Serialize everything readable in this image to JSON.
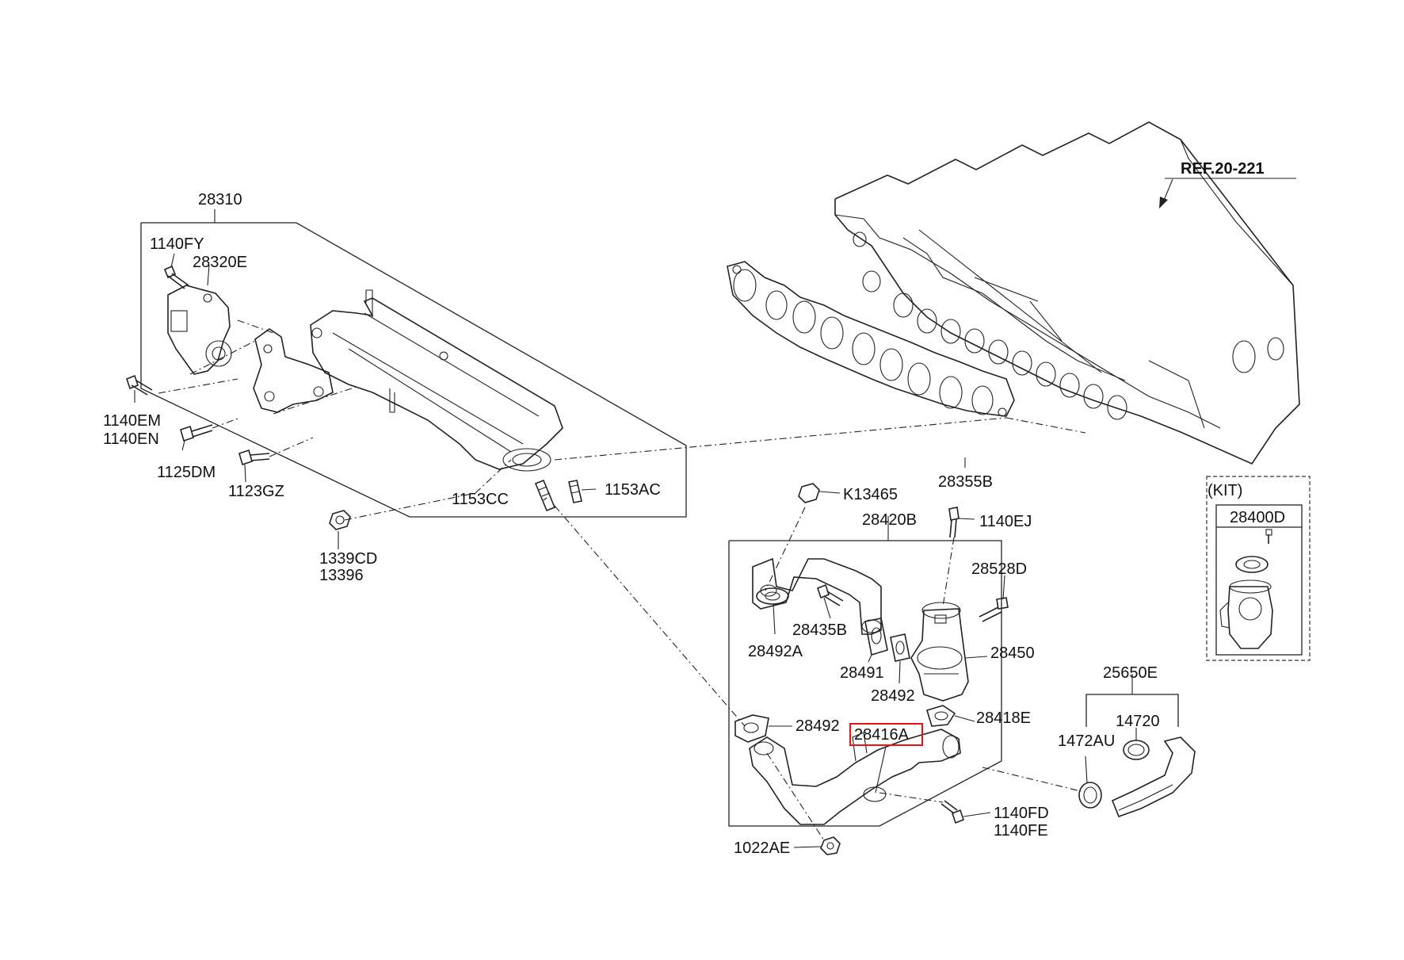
{
  "callouts": {
    "c28310": "28310",
    "c1140FY": "1140FY",
    "c28320E": "28320E",
    "c1140EM": "1140EM",
    "c1140EN": "1140EN",
    "c1125DM": "1125DM",
    "c1123GZ": "1123GZ",
    "c1339CD": "1339CD",
    "c13396": "13396",
    "c1153CC": "1153CC",
    "c1153AC": "1153AC",
    "ref": "REF.20-221",
    "c28355B": "28355B",
    "cK13465": "K13465",
    "c28420B": "28420B",
    "c1140EJ": "1140EJ",
    "c28528D": "28528D",
    "c28435B": "28435B",
    "c28492A": "28492A",
    "c28491": "28491",
    "c28450": "28450",
    "c28492_upper": "28492",
    "c28492_lower": "28492",
    "c28418E": "28418E",
    "c28416A": "28416A",
    "c1140FD": "1140FD",
    "c1140FE": "1140FE",
    "c1022AE": "1022AE",
    "c25650E": "25650E",
    "c14720": "14720",
    "c1472AU": "1472AU",
    "kit": "(KIT)",
    "c28400D": "28400D"
  },
  "highlight": {
    "selected_part": "28416A",
    "color": "#ee1111"
  }
}
